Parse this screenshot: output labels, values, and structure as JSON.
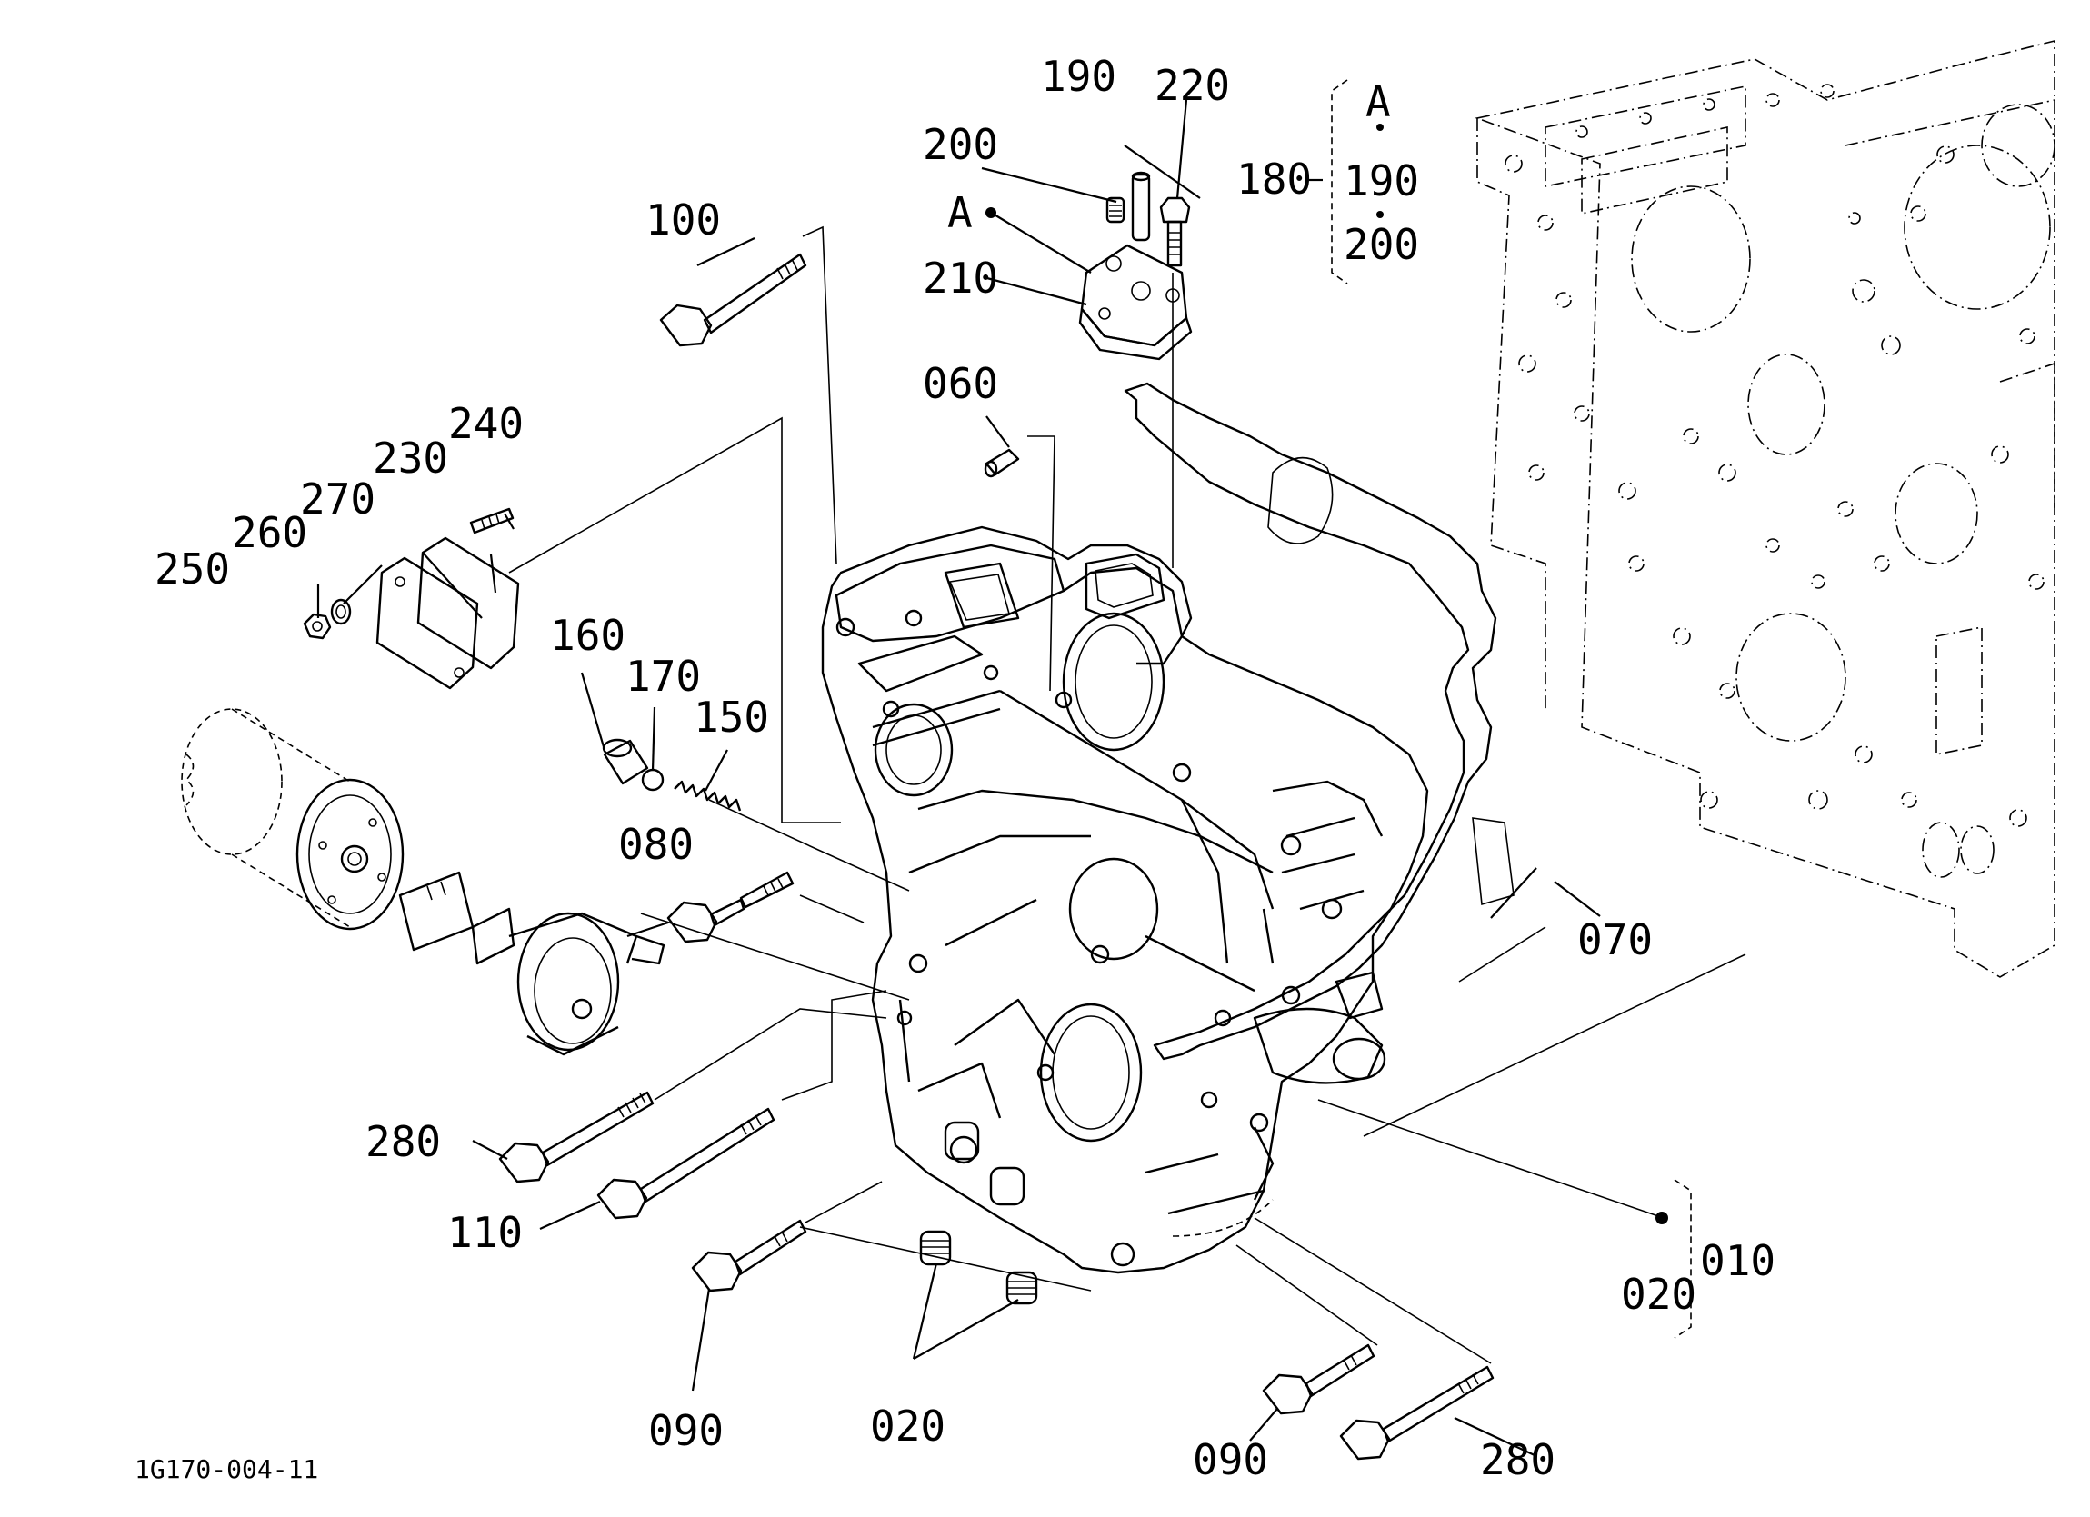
{
  "labels": {
    "p010": "010",
    "p020_ref": "020",
    "p020": "020",
    "p060": "060",
    "p070": "070",
    "p080": "080",
    "p090_left": "090",
    "p090_right": "090",
    "p100": "100",
    "p110": "110",
    "p150": "150",
    "p160": "160",
    "p170": "170",
    "p180": "180",
    "p190": "190",
    "p190_group": "190",
    "p200": "200",
    "p200_group": "200",
    "p210": "210",
    "p220": "220",
    "p230": "230",
    "p240": "240",
    "p250": "250",
    "p260": "260",
    "p270": "270",
    "p280_left": "280",
    "p280_right": "280",
    "a_marker": "A",
    "a_group": "A"
  },
  "drawing_code": "1G170-004-11"
}
